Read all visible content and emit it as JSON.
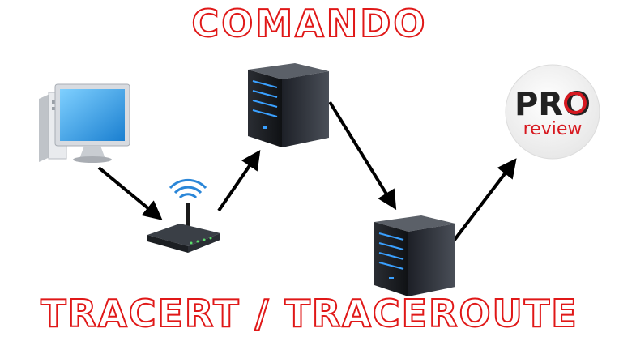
{
  "diagram": {
    "title_top": "COMANDO",
    "title_bottom": "TRACERT / TRACEROUTE",
    "logo": {
      "line1": "PRO",
      "line2": "review"
    },
    "nodes": [
      {
        "name": "computer",
        "icon": "desktop-computer-icon"
      },
      {
        "name": "router",
        "icon": "wifi-router-icon"
      },
      {
        "name": "server-1",
        "icon": "server-icon"
      },
      {
        "name": "server-2",
        "icon": "server-icon"
      },
      {
        "name": "destination",
        "icon": "proreview-logo"
      }
    ],
    "edges": [
      [
        "computer",
        "router"
      ],
      [
        "router",
        "server-1"
      ],
      [
        "server-1",
        "server-2"
      ],
      [
        "server-2",
        "destination"
      ]
    ],
    "colors": {
      "title_outline": "#e01818",
      "arrow": "#000000",
      "server_led": "#3aa0ff",
      "monitor_screen": "#2aa3f0",
      "logo_red": "#d71920"
    }
  }
}
